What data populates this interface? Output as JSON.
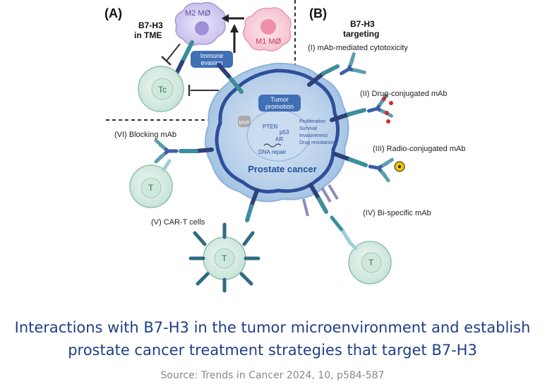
{
  "panel_a": {
    "letter": "(A)",
    "title_line1": "B7-H3",
    "title_line2": "in TME",
    "m2_label": "M2 MØ",
    "m1_label": "M1 MØ",
    "immune_evasion_line1": "Immune",
    "immune_evasion_line2": "evasion",
    "tc_label": "Tc"
  },
  "panel_b": {
    "letter": "(B)",
    "title_line1": "B7-H3",
    "title_line2": "targeting",
    "strategy_1": "(I)  mAb-mediated cytotoxicity",
    "strategy_2": "(II) Drug-conjugated mAb",
    "strategy_3": "(III) Radio-conjugated mAb",
    "strategy_4": "(IV) Bi-specific mAb",
    "strategy_5": "(V)  CAR-T cells",
    "strategy_6": "(VI) Blocking mAb"
  },
  "cell": {
    "tumor_promotion_line1": "Tumor",
    "tumor_promotion_line2": "promotion",
    "mvp": "MVP",
    "pten": "PTEN",
    "p53": "p53",
    "ar": "AR",
    "dna_repair": "DNA repair",
    "effect_1": "Proliferation",
    "effect_2": "Survival",
    "effect_3": "Invasiveness",
    "effect_4": "Drug resistance",
    "name": "Prostate cancer"
  },
  "t_cell_label": "T",
  "caption_line1": "Interactions with B7-H3 in the tumor microenvironment and establish",
  "caption_line2": "prostate cancer treatment strategies that target B7-H3",
  "source": "Source: Trends in Cancer 2024, 10, p584-587",
  "colors": {
    "caption": "#1f3f86",
    "receptor_dark": "#2e3f7a",
    "receptor_teal": "#3a8f9a",
    "cell_blue": "#a9c6e4",
    "t_cell": "#d7ece4",
    "m2": "#c9c0ea",
    "m1": "#f6c9d3",
    "label_box": "#3f6fb5"
  }
}
